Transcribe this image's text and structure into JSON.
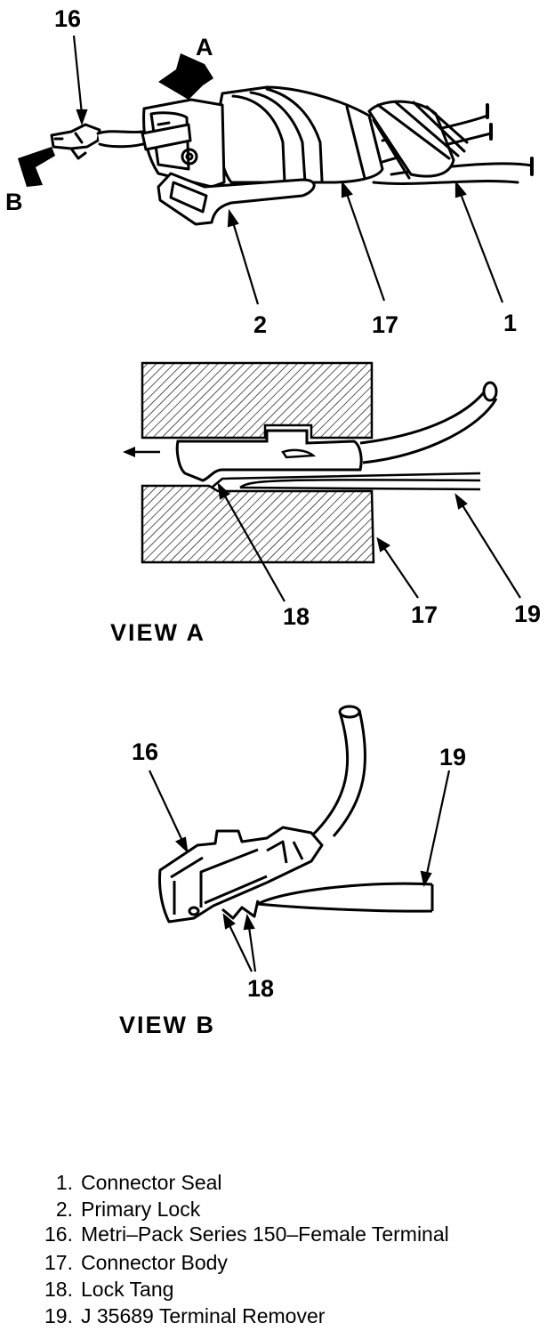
{
  "callouts": {
    "top": {
      "terminal": "16",
      "arrow_a": "A",
      "arrow_b": "B",
      "lock": "2",
      "body": "17",
      "seal": "1"
    },
    "view_a": {
      "tang": "18",
      "body": "17",
      "remover": "19",
      "title": "VIEW A"
    },
    "view_b": {
      "terminal": "16",
      "remover": "19",
      "tang": "18",
      "title": "VIEW B"
    }
  },
  "legend": [
    {
      "num": "1.",
      "text": "Connector Seal"
    },
    {
      "num": "2.",
      "text": "Primary Lock"
    },
    {
      "num": "16.",
      "text": "Metri–Pack Series 150–Female Terminal"
    },
    {
      "num": "17.",
      "text": "Connector Body"
    },
    {
      "num": "18.",
      "text": "Lock Tang"
    },
    {
      "num": "19.",
      "text": "J 35689 Terminal Remover"
    }
  ]
}
